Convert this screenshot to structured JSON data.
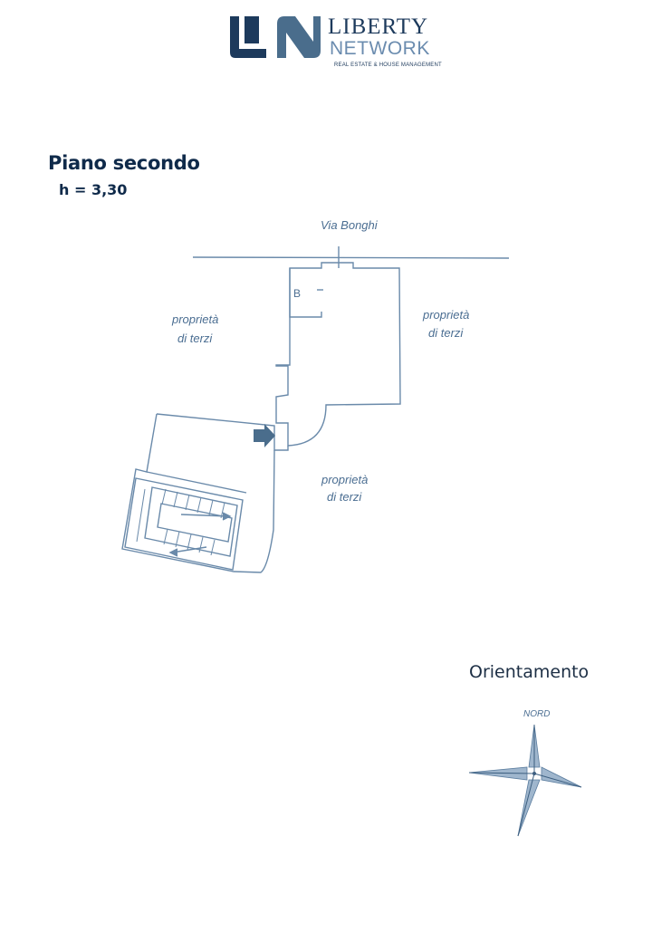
{
  "brand": {
    "name_line1": "LIBERTY",
    "name_line2": "NETWORK",
    "tagline": "REAL ESTATE & HOUSE MANAGEMENT",
    "colors": {
      "dark": "#1d3a5c",
      "light": "#6b8caf",
      "accent": "#4a6d8c"
    }
  },
  "floor": {
    "title": "Piano secondo",
    "height": "h = 3,30"
  },
  "plan": {
    "street": "Via Bonghi",
    "room_label": "B",
    "neighbors": [
      {
        "line1": "proprietà",
        "line2": "di terzi"
      },
      {
        "line1": "proprietà",
        "line2": "di terzi"
      },
      {
        "line1": "proprietà",
        "line2": "di terzi"
      }
    ],
    "line_color": "#6a8aaa",
    "entrance_arrow_color": "#4a6d8c"
  },
  "orientation": {
    "label": "Orientamento",
    "north_label": "NORD"
  }
}
